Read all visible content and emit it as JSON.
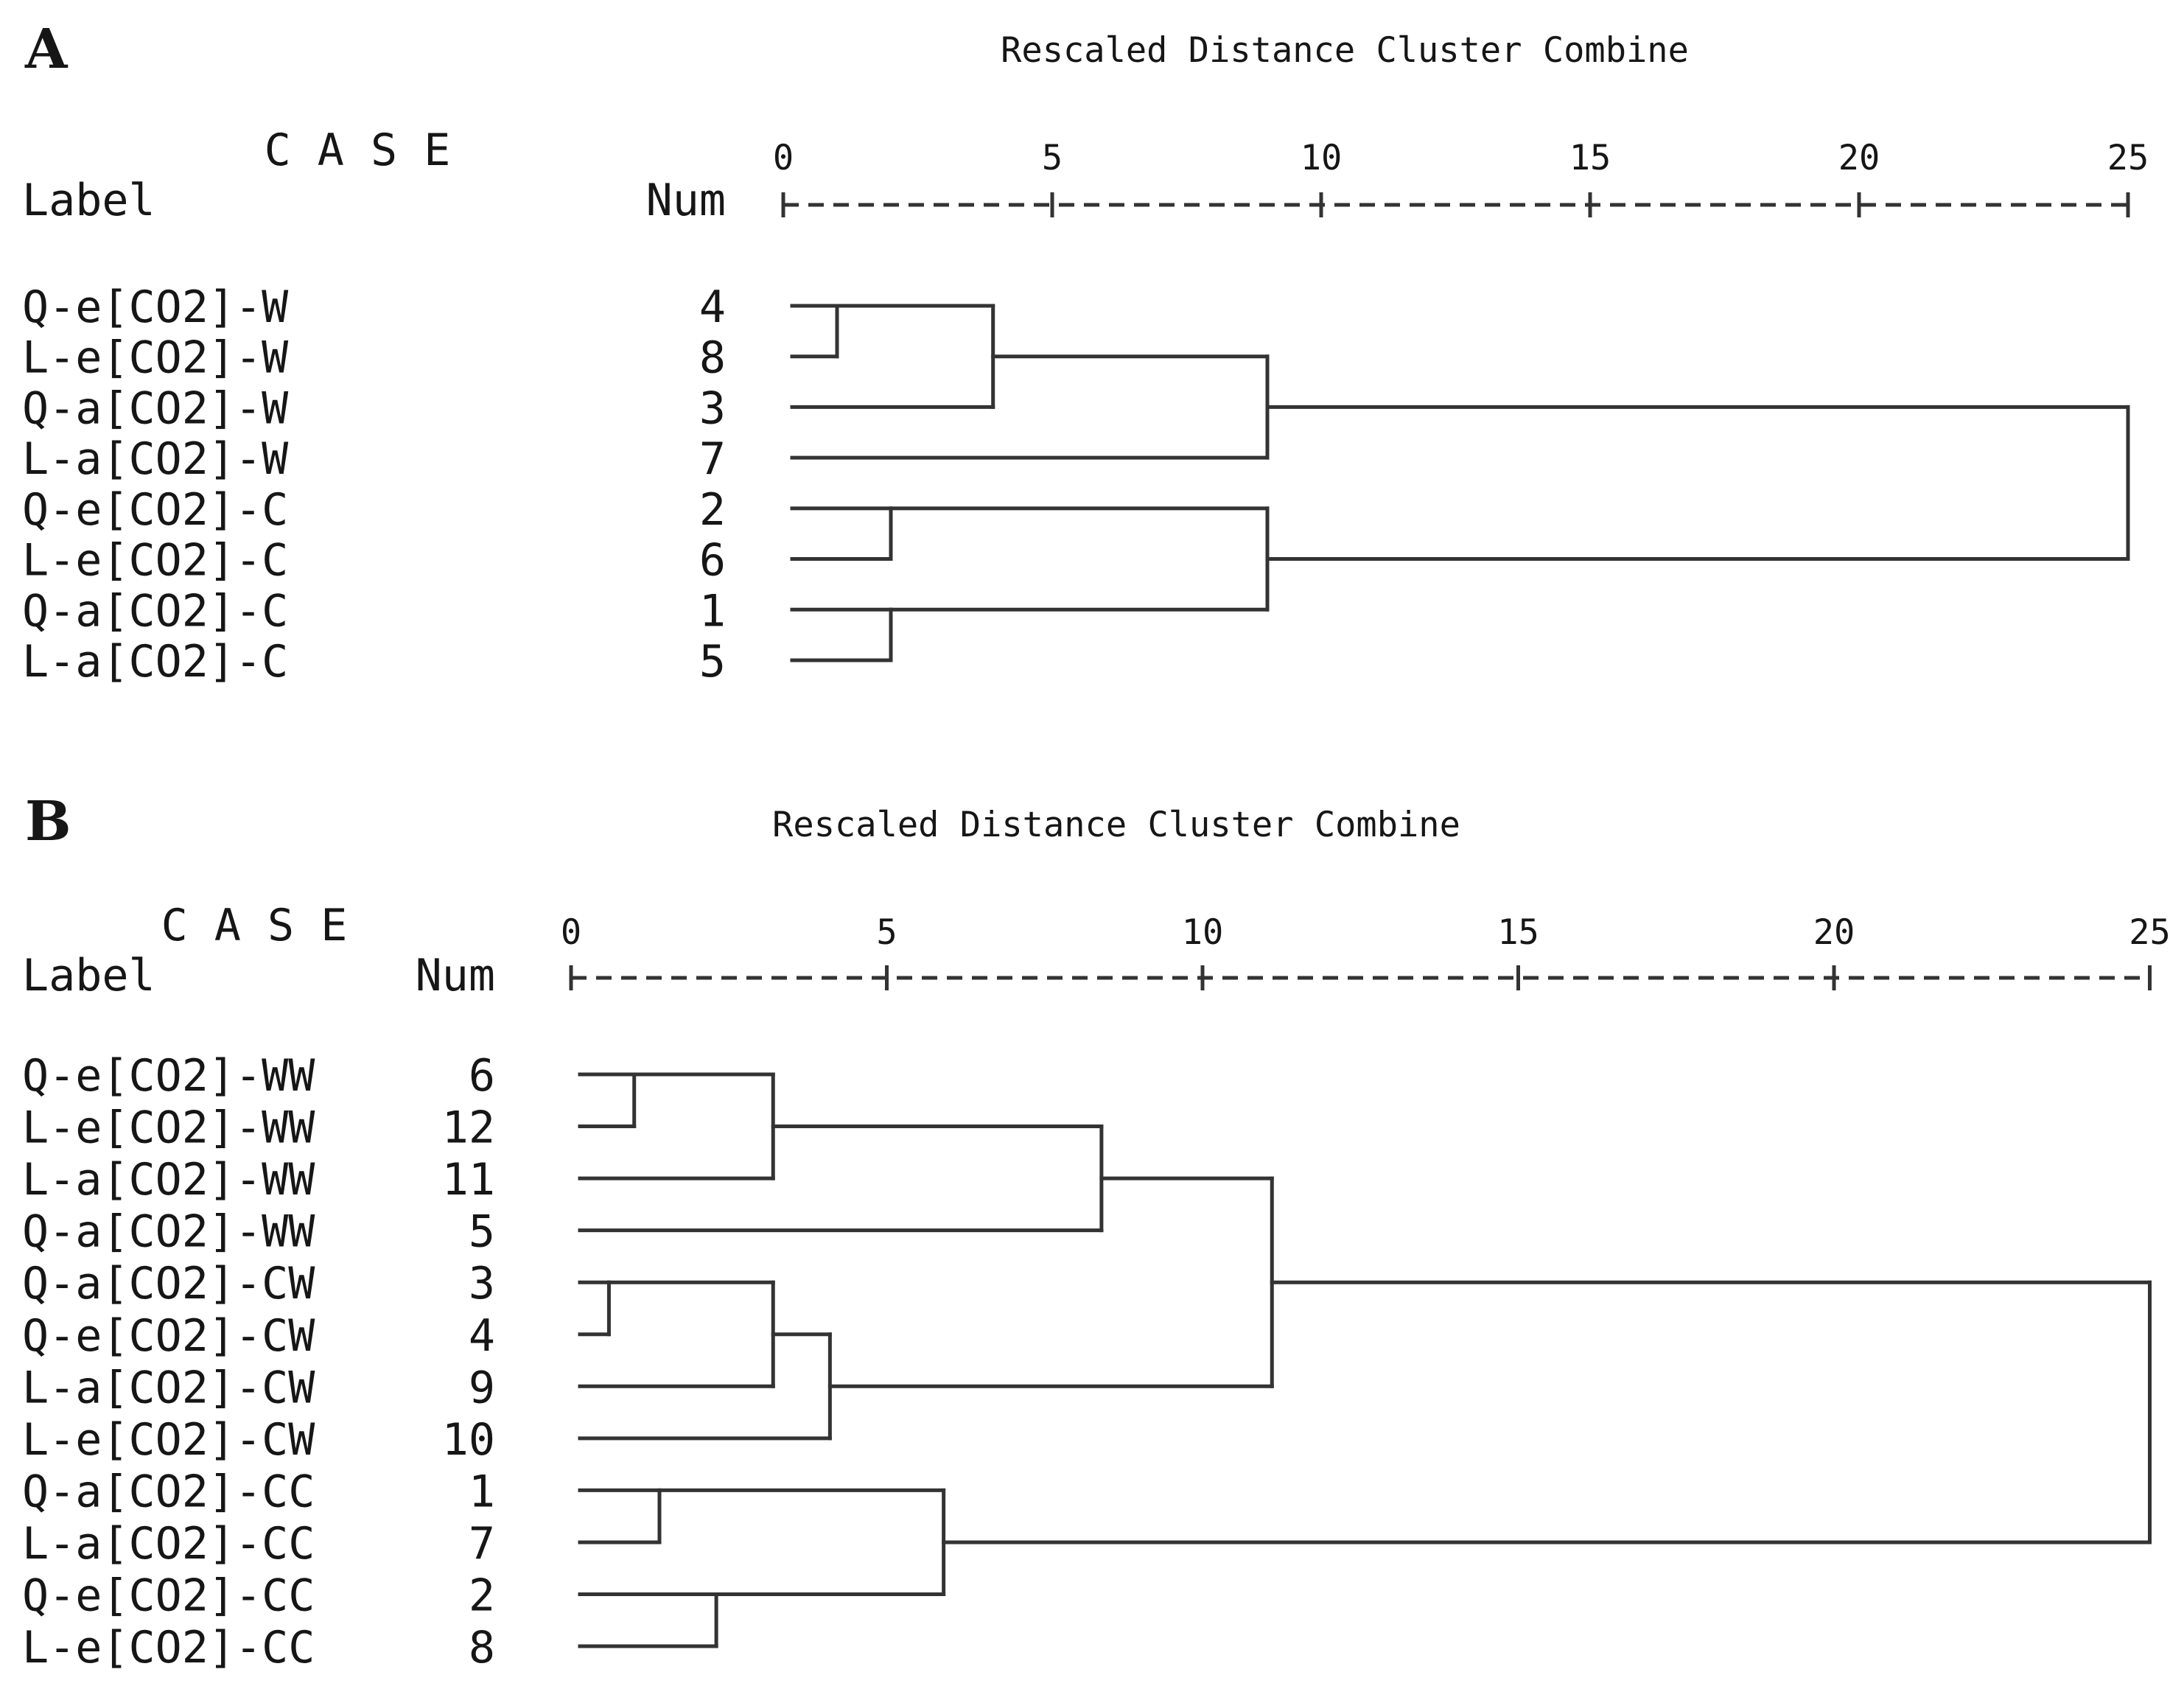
{
  "figure": {
    "background": "#ffffff",
    "line_color": "#333333",
    "text_color": "#161616"
  },
  "chart_data": [
    {
      "type": "dendrogram",
      "panel_label": "A",
      "title": "Rescaled Distance Cluster Combine",
      "columns": {
        "case_header": "C A S E",
        "label_header": "Label",
        "num_header": "Num"
      },
      "axis": {
        "min": 0,
        "max": 25,
        "ticks": [
          0,
          5,
          10,
          15,
          20,
          25
        ]
      },
      "leaves": [
        {
          "label": "Q-e[CO2]-W",
          "num": 4,
          "join_at": 1.0
        },
        {
          "label": "L-e[CO2]-W",
          "num": 8,
          "join_at": 1.0
        },
        {
          "label": "Q-a[CO2]-W",
          "num": 3,
          "join_at": 3.9
        },
        {
          "label": "L-a[CO2]-W",
          "num": 7,
          "join_at": 9.0
        },
        {
          "label": "Q-e[CO2]-C",
          "num": 2,
          "join_at": 2.0
        },
        {
          "label": "L-e[CO2]-C",
          "num": 6,
          "join_at": 2.0
        },
        {
          "label": "Q-a[CO2]-C",
          "num": 1,
          "join_at": 2.0
        },
        {
          "label": "L-a[CO2]-C",
          "num": 5,
          "join_at": 2.0
        }
      ],
      "merges": [
        {
          "at": 1.0,
          "from_row": 1,
          "to_row": 2,
          "out_row": 1,
          "out_to": 3.9
        },
        {
          "at": 3.9,
          "from_row": 1,
          "to_row": 3,
          "out_row": 2,
          "out_to": 9.0
        },
        {
          "at": 9.0,
          "from_row": 2,
          "to_row": 4,
          "out_row": 3,
          "out_to": 25
        },
        {
          "at": 2.0,
          "from_row": 5,
          "to_row": 6,
          "out_row": 5,
          "out_to": 9.0
        },
        {
          "at": 2.0,
          "from_row": 7,
          "to_row": 8,
          "out_row": 7,
          "out_to": 9.0
        },
        {
          "at": 9.0,
          "from_row": 5,
          "to_row": 7,
          "out_row": 6,
          "out_to": 25
        },
        {
          "at": 25,
          "from_row": 3,
          "to_row": 6,
          "out_row": null,
          "out_to": null
        }
      ]
    },
    {
      "type": "dendrogram",
      "panel_label": "B",
      "title": "Rescaled Distance Cluster Combine",
      "columns": {
        "case_header": "C A S E",
        "label_header": "Label",
        "num_header": "Num"
      },
      "axis": {
        "min": 0,
        "max": 25,
        "ticks": [
          0,
          5,
          10,
          15,
          20,
          25
        ]
      },
      "leaves": [
        {
          "label": "Q-e[CO2]-WW",
          "num": 6,
          "join_at": 1.0
        },
        {
          "label": "L-e[CO2]-WW",
          "num": 12,
          "join_at": 1.0
        },
        {
          "label": "L-a[CO2]-WW",
          "num": 11,
          "join_at": 3.2
        },
        {
          "label": "Q-a[CO2]-WW",
          "num": 5,
          "join_at": 8.4
        },
        {
          "label": "Q-a[CO2]-CW",
          "num": 3,
          "join_at": 0.6
        },
        {
          "label": "Q-e[CO2]-CW",
          "num": 4,
          "join_at": 0.6
        },
        {
          "label": "L-a[CO2]-CW",
          "num": 9,
          "join_at": 3.2
        },
        {
          "label": "L-e[CO2]-CW",
          "num": 10,
          "join_at": 4.1
        },
        {
          "label": "Q-a[CO2]-CC",
          "num": 1,
          "join_at": 1.4
        },
        {
          "label": "L-a[CO2]-CC",
          "num": 7,
          "join_at": 1.4
        },
        {
          "label": "Q-e[CO2]-CC",
          "num": 2,
          "join_at": 2.3
        },
        {
          "label": "L-e[CO2]-CC",
          "num": 8,
          "join_at": 2.3
        }
      ],
      "merges": [
        {
          "at": 1.0,
          "from_row": 1,
          "to_row": 2,
          "out_row": 1,
          "out_to": 3.2
        },
        {
          "at": 3.2,
          "from_row": 1,
          "to_row": 3,
          "out_row": 2,
          "out_to": 8.4
        },
        {
          "at": 8.4,
          "from_row": 2,
          "to_row": 4,
          "out_row": 3,
          "out_to": 11.1
        },
        {
          "at": 0.6,
          "from_row": 5,
          "to_row": 6,
          "out_row": 5,
          "out_to": 3.2
        },
        {
          "at": 3.2,
          "from_row": 5,
          "to_row": 7,
          "out_row": 6,
          "out_to": 4.1
        },
        {
          "at": 4.1,
          "from_row": 6,
          "to_row": 8,
          "out_row": 7,
          "out_to": 11.1
        },
        {
          "at": 11.1,
          "from_row": 3,
          "to_row": 7,
          "out_row": 5,
          "out_to": 25
        },
        {
          "at": 1.4,
          "from_row": 9,
          "to_row": 10,
          "out_row": 9,
          "out_to": 5.9
        },
        {
          "at": 2.3,
          "from_row": 11,
          "to_row": 12,
          "out_row": 11,
          "out_to": 5.9
        },
        {
          "at": 5.9,
          "from_row": 9,
          "to_row": 11,
          "out_row": 10,
          "out_to": 25
        },
        {
          "at": 25,
          "from_row": 5,
          "to_row": 10,
          "out_row": null,
          "out_to": null
        }
      ]
    }
  ]
}
